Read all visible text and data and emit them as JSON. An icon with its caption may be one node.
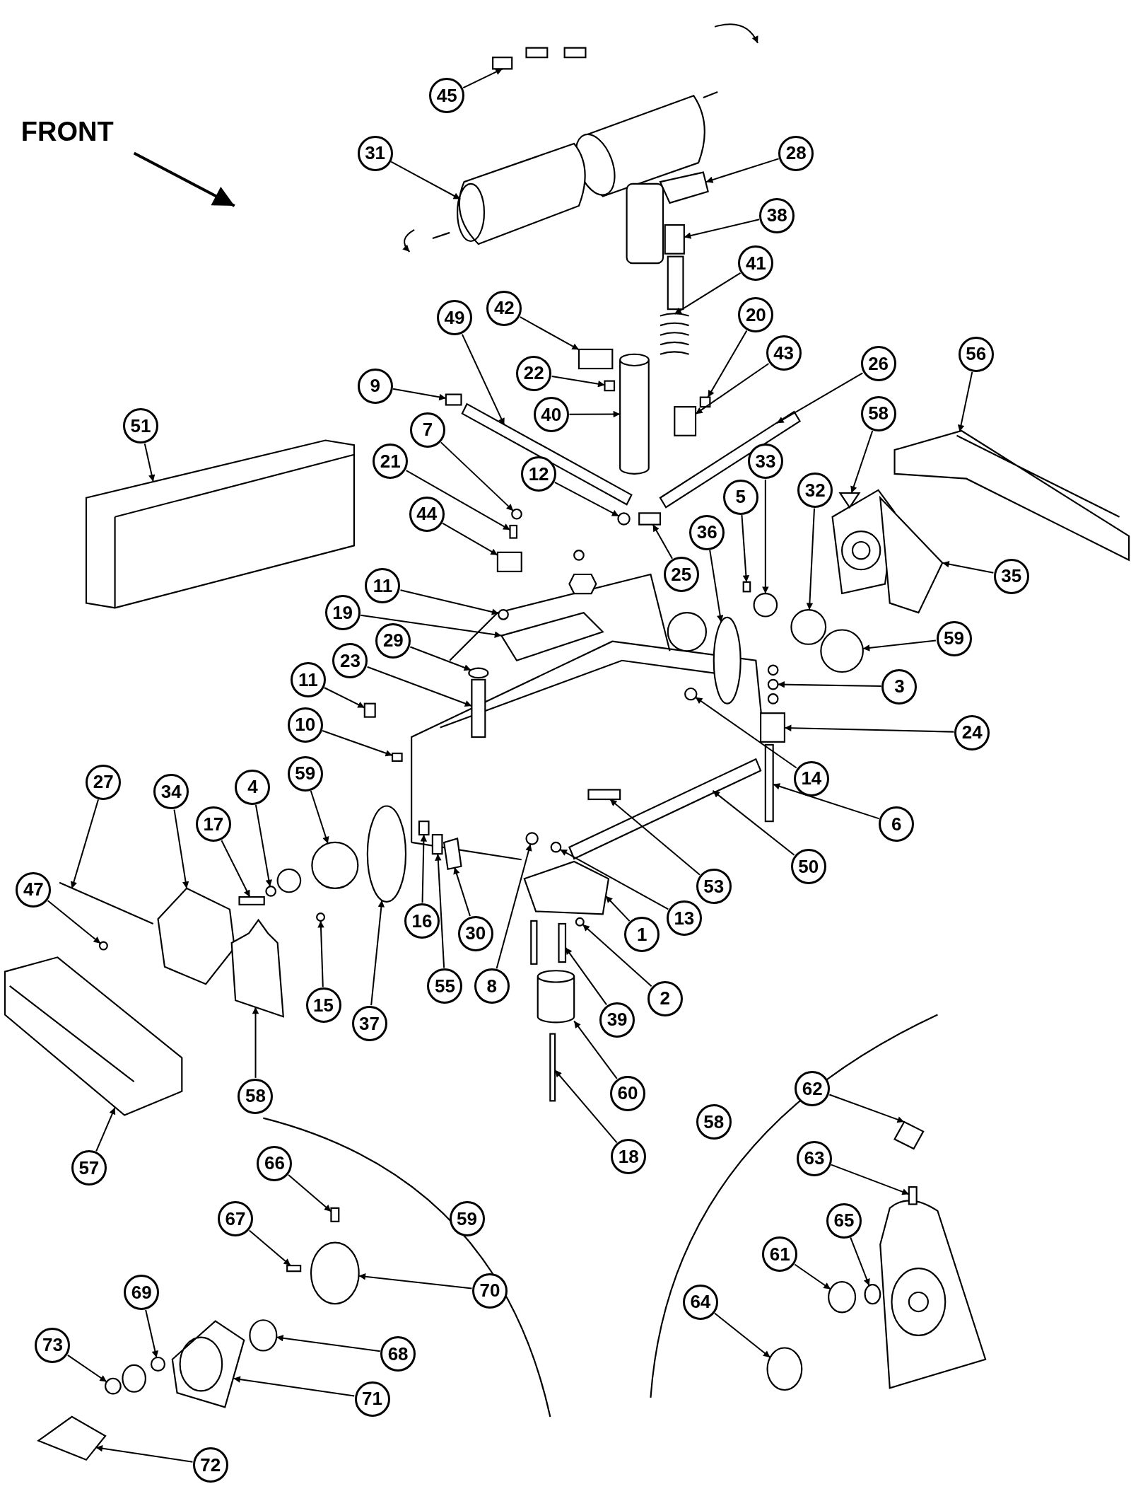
{
  "diagram": {
    "nodes": [
      {
        "text": [
          "45"
        ]
      },
      {
        "text": [
          "31"
        ]
      },
      {
        "text": [
          "28"
        ]
      },
      {
        "text": [
          "38"
        ]
      },
      {
        "text": [
          "41"
        ]
      },
      {
        "text": [
          "42"
        ]
      },
      {
        "text": [
          "49"
        ]
      },
      {
        "text": [
          "20"
        ]
      },
      {
        "text": [
          "43"
        ]
      },
      {
        "text": [
          "22"
        ]
      },
      {
        "text": [
          "40"
        ]
      },
      {
        "text": [
          "9"
        ]
      },
      {
        "text": [
          "26"
        ]
      },
      {
        "text": [
          "56"
        ]
      },
      {
        "text": [
          "51"
        ]
      },
      {
        "text": [
          "7"
        ]
      },
      {
        "text": [
          "58"
        ]
      },
      {
        "text": [
          "12"
        ]
      },
      {
        "text": [
          "21"
        ]
      },
      {
        "text": [
          "33"
        ]
      },
      {
        "text": [
          "44"
        ]
      },
      {
        "text": [
          "5"
        ]
      },
      {
        "text": [
          "36"
        ]
      },
      {
        "text": [
          "25"
        ]
      },
      {
        "text": [
          "35"
        ]
      },
      {
        "text": [
          "11"
        ]
      },
      {
        "text": [
          "32"
        ]
      },
      {
        "text": [
          "19"
        ]
      },
      {
        "text": [
          "29"
        ]
      },
      {
        "text": [
          "23"
        ]
      },
      {
        "text": [
          "59"
        ]
      },
      {
        "text": [
          "3"
        ]
      },
      {
        "text": [
          "11"
        ]
      },
      {
        "text": [
          "24"
        ]
      },
      {
        "text": [
          "10"
        ]
      },
      {
        "text": [
          "14"
        ]
      },
      {
        "text": [
          "59"
        ]
      },
      {
        "text": [
          "27"
        ]
      },
      {
        "text": [
          "34"
        ]
      },
      {
        "text": [
          "4"
        ]
      },
      {
        "text": [
          "17"
        ]
      },
      {
        "text": [
          "6"
        ]
      },
      {
        "text": [
          "50"
        ]
      },
      {
        "text": [
          "53"
        ]
      },
      {
        "text": [
          "13"
        ]
      },
      {
        "text": [
          "47"
        ]
      },
      {
        "text": [
          "16"
        ]
      },
      {
        "text": [
          "30"
        ]
      },
      {
        "text": [
          "37"
        ]
      },
      {
        "text": [
          "1"
        ]
      },
      {
        "text": [
          "55"
        ]
      },
      {
        "text": [
          "8"
        ]
      },
      {
        "text": [
          "2"
        ]
      },
      {
        "text": [
          "15"
        ]
      },
      {
        "text": [
          "39"
        ]
      },
      {
        "text": [
          "58"
        ]
      },
      {
        "text": [
          "60"
        ]
      },
      {
        "text": [
          "57"
        ]
      },
      {
        "text": [
          "18"
        ]
      },
      {
        "text": [
          "62"
        ]
      },
      {
        "text": [
          "58"
        ]
      },
      {
        "text": [
          "63"
        ]
      },
      {
        "text": [
          "59"
        ]
      },
      {
        "text": [
          "66"
        ]
      },
      {
        "text": [
          "67"
        ]
      },
      {
        "text": [
          "65"
        ]
      },
      {
        "text": [
          "61"
        ]
      },
      {
        "text": [
          "70"
        ]
      },
      {
        "text": [
          "64"
        ]
      },
      {
        "text": [
          "69"
        ]
      },
      {
        "text": [
          "68"
        ]
      },
      {
        "text": [
          "73"
        ]
      },
      {
        "text": [
          "71"
        ]
      },
      {
        "text": [
          "72"
        ]
      },
      {
        "text": [],
        "shape": "picture"
      },
      {
        "text": [],
        "shape": "picture"
      },
      {
        "text": [],
        "shape": "picture"
      },
      {
        "text": [],
        "shape": "box"
      },
      {
        "text": [],
        "shape": "picture"
      },
      {
        "text": [],
        "shape": "box"
      },
      {
        "text": [],
        "shape": "picture"
      },
      {
        "text": [],
        "shape": "box"
      },
      {
        "text": [],
        "shape": "box"
      },
      {
        "text": [],
        "shape": "box"
      },
      {
        "text": [],
        "shape": "cylinder"
      },
      {
        "text": [],
        "shape": "box"
      },
      {
        "text": [],
        "shape": "picture"
      },
      {
        "text": [],
        "shape": "picture"
      },
      {
        "text": [],
        "shape": "picture"
      },
      {
        "text": [],
        "shape": "circle"
      },
      {
        "text": [],
        "shape": "picture"
      },
      {
        "text": [],
        "shape": "circle"
      },
      {
        "text": [],
        "shape": "box"
      },
      {
        "text": [],
        "shape": "circle"
      },
      {
        "text": [],
        "shape": "box"
      },
      {
        "text": [],
        "shape": "box"
      },
      {
        "text": [],
        "shape": "circle"
      },
      {
        "text": [],
        "shape": "box"
      },
      {
        "text": [],
        "shape": "picture"
      },
      {
        "text": [],
        "shape": "circle"
      },
      {
        "text": [],
        "shape": "circle"
      },
      {
        "text": [],
        "shape": "picture"
      },
      {
        "text": [],
        "shape": "circle"
      },
      {
        "text": [],
        "shape": "box"
      },
      {
        "text": [],
        "shape": "circle"
      },
      {
        "text": [],
        "shape": "picture"
      },
      {
        "text": [],
        "shape": "box"
      },
      {
        "text": [],
        "shape": "box"
      },
      {
        "text": [],
        "shape": "box"
      },
      {
        "text": [],
        "shape": "circle"
      },
      {
        "text": [],
        "shape": "circle"
      },
      {
        "text": [],
        "shape": "picture"
      },
      {
        "text": [],
        "shape": "picture"
      },
      {
        "text": [],
        "shape": "circle"
      },
      {
        "text": [],
        "shape": "box"
      },
      {
        "text": [],
        "shape": "box"
      },
      {
        "text": [],
        "shape": "picture"
      },
      {
        "text": [],
        "shape": "box"
      },
      {
        "text": [],
        "shape": "circle"
      },
      {
        "text": [],
        "shape": "circle"
      },
      {
        "text": [],
        "shape": "box"
      },
      {
        "text": [],
        "shape": "picture"
      },
      {
        "text": [],
        "shape": "circle"
      },
      {
        "text": [],
        "shape": "picture"
      },
      {
        "text": [],
        "shape": "box"
      },
      {
        "text": [],
        "shape": "circle"
      },
      {
        "text": [],
        "shape": "circle"
      },
      {
        "text": [],
        "shape": "circle"
      },
      {
        "text": [],
        "shape": "box"
      },
      {
        "text": [],
        "shape": "picture"
      },
      {
        "text": [],
        "shape": "cylinder"
      },
      {
        "text": [],
        "shape": "picture"
      },
      {
        "text": [],
        "shape": "box"
      },
      {
        "text": [],
        "shape": "picture"
      },
      {
        "text": [],
        "shape": "box"
      },
      {
        "text": [],
        "shape": "box"
      },
      {
        "text": [],
        "shape": "box"
      },
      {
        "text": [],
        "shape": "circle"
      },
      {
        "text": [],
        "shape": "circle"
      },
      {
        "text": [],
        "shape": "circle"
      },
      {
        "text": [],
        "shape": "circle"
      },
      {
        "text": [],
        "shape": "circle"
      },
      {
        "text": [],
        "shape": "circle"
      },
      {
        "text": [],
        "shape": "circle"
      },
      {
        "text": [],
        "shape": "picture"
      },
      {
        "text": [],
        "shape": "picture"
      }
    ],
    "edges": [
      {
        "from": 0,
        "to": 74,
        "arrow": "to"
      },
      {
        "from": 1,
        "to": 75,
        "arrow": "to"
      },
      {
        "from": 2,
        "to": 76,
        "arrow": "to"
      },
      {
        "from": 3,
        "to": 77,
        "arrow": "to"
      },
      {
        "from": 4,
        "to": 78,
        "arrow": "to"
      },
      {
        "from": 5,
        "to": 79,
        "arrow": "to"
      },
      {
        "from": 6,
        "to": 80,
        "arrow": "to"
      },
      {
        "from": 7,
        "to": 81,
        "arrow": "to"
      },
      {
        "from": 8,
        "to": 82,
        "arrow": "to"
      },
      {
        "from": 9,
        "to": 83,
        "arrow": "to"
      },
      {
        "from": 10,
        "to": 84,
        "arrow": "to"
      },
      {
        "from": 11,
        "to": 85,
        "arrow": "to"
      },
      {
        "from": 12,
        "to": 86,
        "arrow": "to"
      },
      {
        "from": 13,
        "to": 87,
        "arrow": "to"
      },
      {
        "from": 14,
        "to": 88,
        "arrow": "to"
      },
      {
        "from": 15,
        "to": 89,
        "arrow": "to"
      },
      {
        "from": 16,
        "to": 90,
        "arrow": "to"
      },
      {
        "from": 17,
        "to": 91,
        "arrow": "to"
      },
      {
        "from": 18,
        "to": 92,
        "arrow": "to"
      },
      {
        "from": 19,
        "to": 93,
        "arrow": "to"
      },
      {
        "from": 20,
        "to": 94,
        "arrow": "to"
      },
      {
        "from": 21,
        "to": 95,
        "arrow": "to"
      },
      {
        "from": 22,
        "to": 96,
        "arrow": "to"
      },
      {
        "from": 23,
        "to": 97,
        "arrow": "to"
      },
      {
        "from": 24,
        "to": 98,
        "arrow": "to"
      },
      {
        "from": 25,
        "to": 99,
        "arrow": "to"
      },
      {
        "from": 26,
        "to": 100,
        "arrow": "to"
      },
      {
        "from": 27,
        "to": 101,
        "arrow": "to"
      },
      {
        "from": 28,
        "to": 102,
        "arrow": "to"
      },
      {
        "from": 29,
        "to": 103,
        "arrow": "to"
      },
      {
        "from": 30,
        "to": 104,
        "arrow": "to"
      },
      {
        "from": 31,
        "to": 105,
        "arrow": "to"
      },
      {
        "from": 32,
        "to": 106,
        "arrow": "to"
      },
      {
        "from": 33,
        "to": 107,
        "arrow": "to"
      },
      {
        "from": 34,
        "to": 108,
        "arrow": "to"
      },
      {
        "from": 35,
        "to": 109,
        "arrow": "to"
      },
      {
        "from": 36,
        "to": 110,
        "arrow": "to"
      },
      {
        "from": 37,
        "to": 111,
        "arrow": "to"
      },
      {
        "from": 38,
        "to": 112,
        "arrow": "to"
      },
      {
        "from": 39,
        "to": 113,
        "arrow": "to"
      },
      {
        "from": 40,
        "to": 114,
        "arrow": "to"
      },
      {
        "from": 41,
        "to": 115,
        "arrow": "to"
      },
      {
        "from": 42,
        "to": 116,
        "arrow": "to"
      },
      {
        "from": 43,
        "to": 117,
        "arrow": "to"
      },
      {
        "from": 44,
        "to": 118,
        "arrow": "to"
      },
      {
        "from": 45,
        "to": 119,
        "arrow": "to"
      },
      {
        "from": 46,
        "to": 120,
        "arrow": "to"
      },
      {
        "from": 47,
        "to": 121,
        "arrow": "to"
      },
      {
        "from": 48,
        "to": 122,
        "arrow": "to"
      },
      {
        "from": 49,
        "to": 123,
        "arrow": "to"
      },
      {
        "from": 50,
        "to": 124,
        "arrow": "to"
      },
      {
        "from": 51,
        "to": 125,
        "arrow": "to"
      },
      {
        "from": 52,
        "to": 126,
        "arrow": "to"
      },
      {
        "from": 53,
        "to": 127,
        "arrow": "to"
      },
      {
        "from": 54,
        "to": 128,
        "arrow": "to"
      },
      {
        "from": 55,
        "to": 129,
        "arrow": "to"
      },
      {
        "from": 56,
        "to": 130,
        "arrow": "to"
      },
      {
        "from": 57,
        "to": 131,
        "arrow": "to"
      },
      {
        "from": 58,
        "to": 132,
        "arrow": "to"
      },
      {
        "from": 59,
        "to": 133,
        "arrow": "to"
      },
      {
        "from": 61,
        "to": 134,
        "arrow": "to"
      },
      {
        "from": 63,
        "to": 135,
        "arrow": "to"
      },
      {
        "from": 64,
        "to": 136,
        "arrow": "to"
      },
      {
        "from": 65,
        "to": 137,
        "arrow": "to"
      },
      {
        "from": 66,
        "to": 138,
        "arrow": "to"
      },
      {
        "from": 67,
        "to": 139,
        "arrow": "to"
      },
      {
        "from": 68,
        "to": 140,
        "arrow": "to"
      },
      {
        "from": 69,
        "to": 141,
        "arrow": "to"
      },
      {
        "from": 70,
        "to": 142,
        "arrow": "to"
      },
      {
        "from": 71,
        "to": 143,
        "arrow": "to"
      },
      {
        "from": 72,
        "to": 144,
        "arrow": "to"
      },
      {
        "from": 73,
        "to": 145,
        "arrow": "to"
      }
    ],
    "labels": [
      "FRONT"
    ]
  }
}
